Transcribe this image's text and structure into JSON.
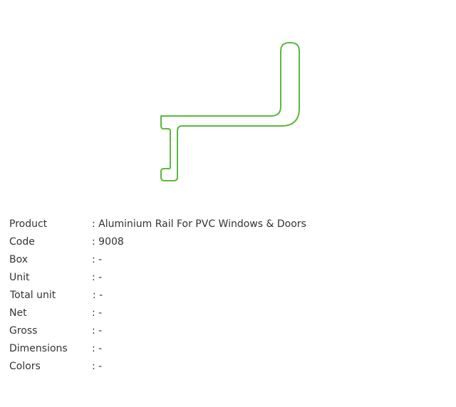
{
  "product_image": {
    "icon": "aluminium-rail-profile-drawing",
    "stroke_color": "#5cb83c"
  },
  "specs": [
    {
      "label": "Product",
      "value": ": Aluminium Rail For PVC Windows & Doors"
    },
    {
      "label": "Code",
      "value": ": 9008"
    },
    {
      "label": "Box",
      "value": ": -"
    },
    {
      "label": "Unit",
      "value": ": -"
    },
    {
      "label": "Total unit",
      "value": ": -"
    },
    {
      "label": "Net",
      "value": ": -"
    },
    {
      "label": "Gross",
      "value": ": -"
    },
    {
      "label": "Dimensions",
      "value": ": -"
    },
    {
      "label": "Colors",
      "value": ": -"
    }
  ]
}
